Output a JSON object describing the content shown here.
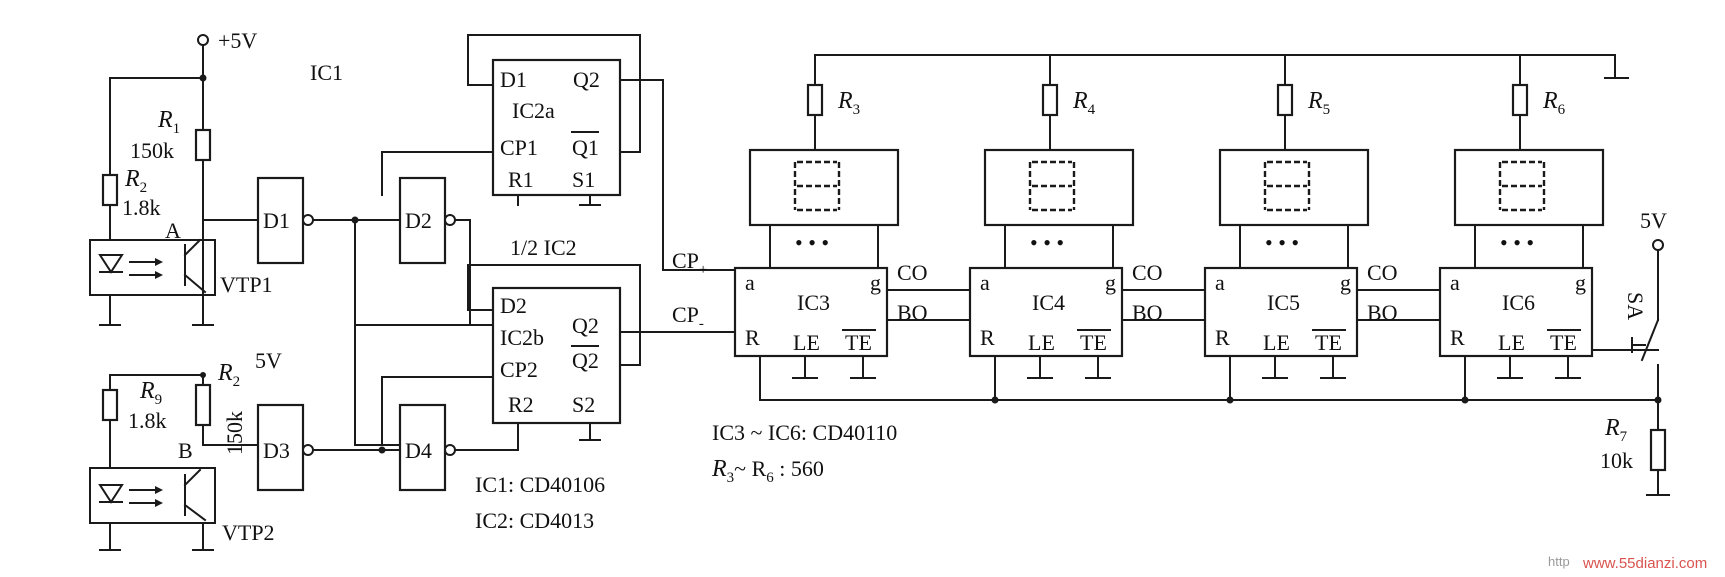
{
  "supply": {
    "vcc_top": "+5V",
    "vcc_mid": "5V",
    "vcc_right": "5V"
  },
  "ic_labels": {
    "ic1": "IC1",
    "half_ic2": "1/2 IC2"
  },
  "resistors": {
    "r1": {
      "name": "R",
      "sub": "1",
      "value": "150k"
    },
    "r2": {
      "name": "R",
      "sub": "2",
      "value": "1.8k"
    },
    "r2b": {
      "name": "R",
      "sub": "2",
      "value": "150k"
    },
    "r9": {
      "name": "R",
      "sub": "9",
      "value": "1.8k"
    },
    "r3": {
      "name": "R",
      "sub": "3"
    },
    "r4": {
      "name": "R",
      "sub": "4"
    },
    "r5": {
      "name": "R",
      "sub": "5"
    },
    "r6": {
      "name": "R",
      "sub": "6"
    },
    "r7": {
      "name": "R",
      "sub": "7",
      "value": "10k"
    }
  },
  "sensors": {
    "vtp1": {
      "label": "VTP1",
      "node": "A"
    },
    "vtp2": {
      "label": "VTP2",
      "node": "B"
    }
  },
  "gates": {
    "d1": "D1",
    "d2": "D2",
    "d3": "D3",
    "d4": "D4"
  },
  "flipflops": {
    "a": {
      "name": "IC2a",
      "d": "D1",
      "cp": "CP1",
      "r": "R1",
      "s": "S1",
      "q": "Q2",
      "qn": "Q1"
    },
    "b": {
      "name": "IC2b",
      "d": "D2",
      "cp": "CP2",
      "r": "R2",
      "s": "S2",
      "q": "Q2",
      "qn": "Q2"
    }
  },
  "counter_inputs": {
    "cp_plus": "CP",
    "cp_plus_sign": "+",
    "cp_minus": "CP",
    "cp_minus_sign": "-"
  },
  "counters": [
    {
      "name": "IC3",
      "a": "a",
      "g": "g",
      "r": "R",
      "le": "LE",
      "te": "TE",
      "dots": "•  •  •"
    },
    {
      "name": "IC4",
      "a": "a",
      "g": "g",
      "r": "R",
      "le": "LE",
      "te": "TE",
      "dots": "•  •  •"
    },
    {
      "name": "IC5",
      "a": "a",
      "g": "g",
      "r": "R",
      "le": "LE",
      "te": "TE",
      "dots": "•  •  •"
    },
    {
      "name": "IC6",
      "a": "a",
      "g": "g",
      "r": "R",
      "le": "LE",
      "te": "TE",
      "dots": "•  •  •"
    }
  ],
  "cascade": {
    "co": "CO",
    "bo": "BO"
  },
  "switch": {
    "label": "SA"
  },
  "notes": {
    "n1": "IC3 ~ IC6: CD40110",
    "n2_a": "R",
    "n2_s3": "3",
    "n2_mid": "~ R",
    "n2_s6": "6",
    "n2_val": " : 560",
    "n3": "IC1: CD40106",
    "n4": "IC2: CD4013"
  },
  "watermark": {
    "prefix": "http",
    "site": "www.55dianzi.com"
  }
}
